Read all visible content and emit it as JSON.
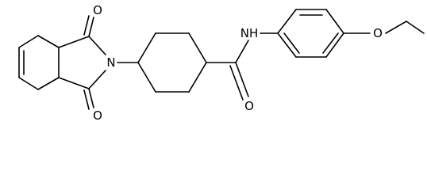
{
  "structure": {
    "atom_labels": {
      "imide_oxygen_top": "O",
      "imide_oxygen_bottom": "O",
      "imide_nitrogen": "N",
      "amide_nh": "NH",
      "amide_oxygen": "O",
      "ether_oxygen": "O"
    },
    "colors": {
      "bond": "#000000",
      "label": "#000000",
      "background": "#ffffff"
    }
  }
}
